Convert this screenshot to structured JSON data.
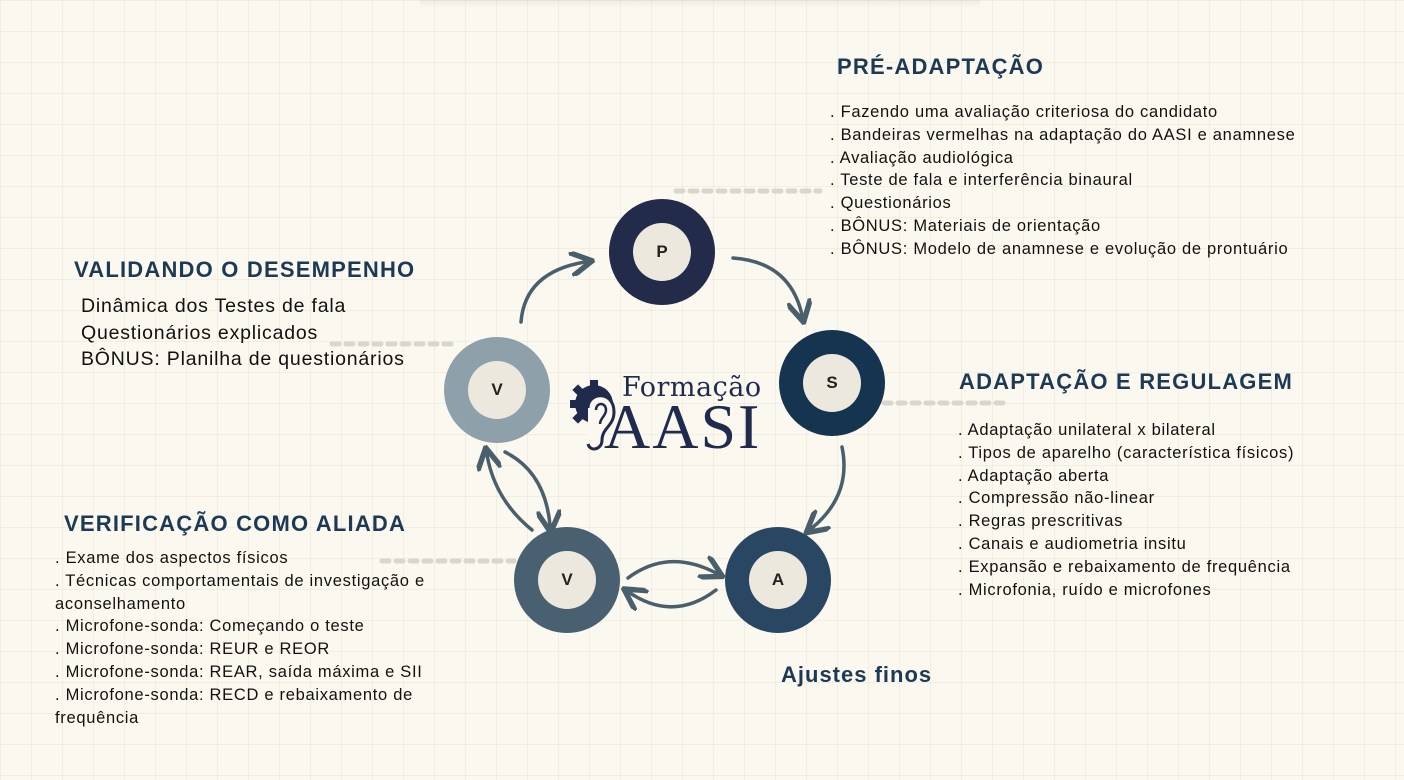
{
  "stages": {
    "pre": {
      "title": "PRÉ-ADAPTAÇÃO",
      "items": [
        ". Fazendo uma avaliação criteriosa do candidato",
        ". Bandeiras vermelhas na adaptação do AASI e anamnese",
        ". Avaliação audiológica",
        ". Teste de fala e interferência binaural",
        ". Questionários",
        ". BÔNUS: Materiais de orientação",
        ". BÔNUS: Modelo de anamnese e evolução de prontuário"
      ]
    },
    "adaptacao": {
      "title": "ADAPTAÇÃO E REGULAGEM",
      "items": [
        ". Adaptação unilateral x bilateral",
        ". Tipos de aparelho (característica físicos)",
        ". Adaptação aberta",
        ". Compressão não-linear",
        ". Regras prescritivas",
        ". Canais e audiometria insitu",
        ". Expansão e rebaixamento de frequência",
        ". Microfonia, ruído e microfones"
      ]
    },
    "ajustes": {
      "title": "Ajustes finos"
    },
    "verificacao": {
      "title": "VERIFICAÇÃO COMO ALIADA",
      "items": [
        ". Exame dos aspectos físicos",
        ". Técnicas comportamentais de investigação e aconselhamento",
        ". Microfone-sonda: Começando o teste",
        ". Microfone-sonda: REUR e REOR",
        ". Microfone-sonda: REAR, saída máxima e SII",
        ". Microfone-sonda: RECD e rebaixamento de frequência"
      ]
    },
    "validando": {
      "title": "VALIDANDO O DESEMPENHO",
      "items": [
        "Dinâmica dos Testes de fala",
        "Questionários explicados",
        "BÔNUS: Planilha de questionários"
      ]
    }
  },
  "nodes": {
    "p": {
      "letter": "P",
      "color": "#222b4a"
    },
    "s": {
      "letter": "S",
      "color": "#15344f"
    },
    "a": {
      "letter": "A",
      "color": "#294762"
    },
    "v_bottom": {
      "letter": "V",
      "color": "#48606f"
    },
    "v_left": {
      "letter": "V",
      "color": "#8ea0aa"
    }
  },
  "logo": {
    "line1": "Formação",
    "line2": "AASI"
  },
  "colors": {
    "heading": "#1d3a55",
    "arrow": "#4a5f6c",
    "inner": "#ece8dd"
  }
}
